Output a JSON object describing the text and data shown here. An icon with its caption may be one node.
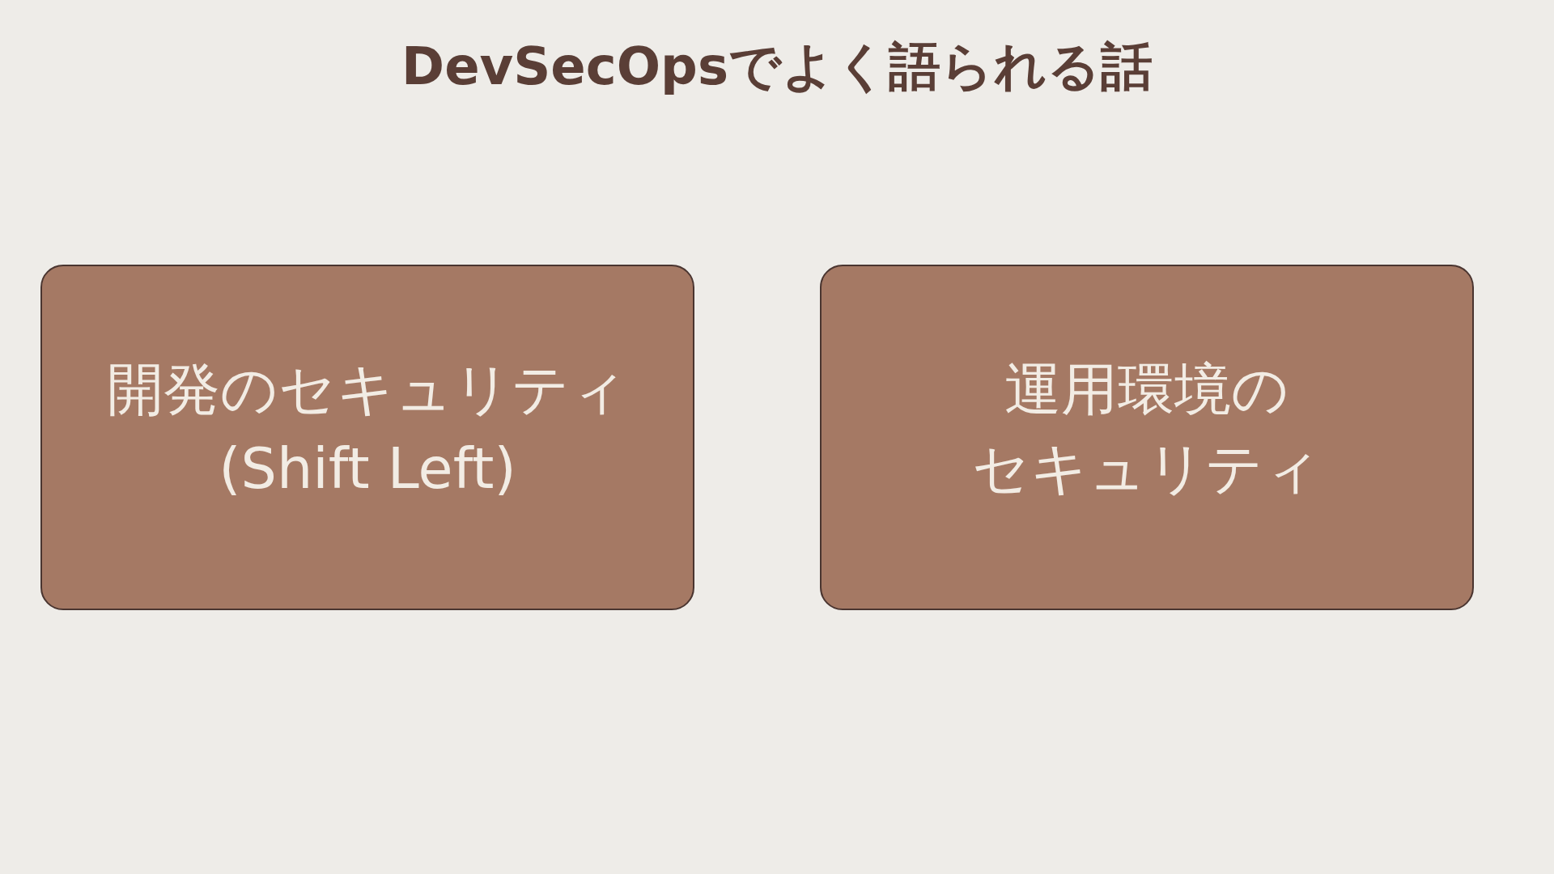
{
  "diagram": {
    "title": "DevSecOpsでよく語られる話",
    "nodes": [
      {
        "text": [
          "開発のセキュリティ",
          "(Shift Left)"
        ]
      },
      {
        "text": [
          "運用環境の",
          "セキュリティ"
        ]
      }
    ]
  }
}
